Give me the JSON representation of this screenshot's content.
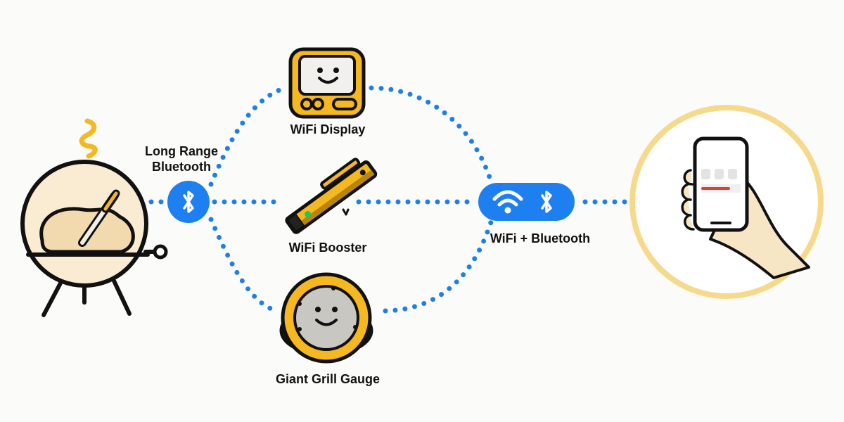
{
  "labels": {
    "long_range_bluetooth_line1": "Long Range",
    "long_range_bluetooth_line2": "Bluetooth",
    "wifi_display": "WiFi Display",
    "wifi_booster": "WiFi Booster",
    "giant_grill_gauge": "Giant Grill Gauge",
    "wifi_bluetooth": "WiFi + Bluetooth"
  },
  "colors": {
    "connection_dots": "#1f7fe6",
    "accent_yellow": "#f5b820",
    "hub_blue": "#1e7ff0",
    "phone_circle": "#f6d98a",
    "grill_fill": "#faecd2",
    "app_bar_red": "#e23b3b"
  },
  "icons": {
    "grill": "grill-with-probe-icon",
    "smoke": "smoke-squiggle-icon",
    "bluetooth": "bluetooth-icon",
    "wifi": "wifi-icon",
    "display": "wifi-display-device-icon",
    "booster": "wifi-booster-device-icon",
    "gauge": "giant-grill-gauge-device-icon",
    "phone": "hand-holding-phone-icon"
  }
}
